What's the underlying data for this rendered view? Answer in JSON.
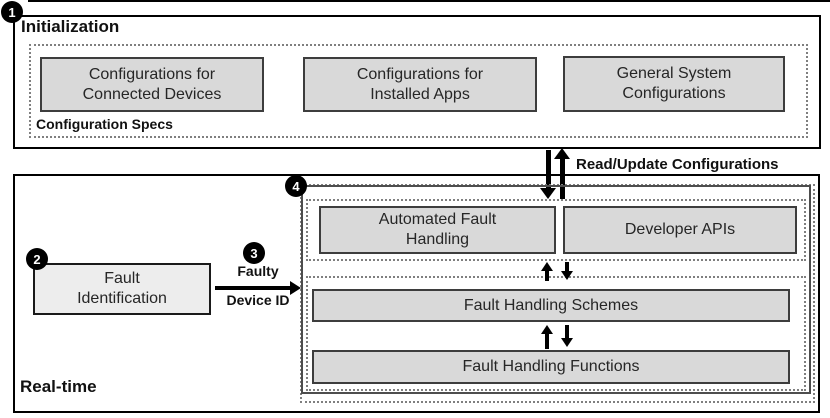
{
  "init": {
    "badge": "1",
    "title": "Initialization",
    "specs_label": "Configuration Specs",
    "boxes": [
      {
        "label": "Configurations for Connected Devices"
      },
      {
        "label": "Configurations for Installed Apps"
      },
      {
        "label": "General System Configurations"
      }
    ]
  },
  "link": {
    "label": "Read/Update Configurations"
  },
  "realtime": {
    "title": "Real-time",
    "fault_identification": {
      "badge": "2",
      "label": "Fault Identification"
    },
    "fault_arrow": {
      "badge": "3",
      "label_line1": "Faulty",
      "label_line2": "Device ID"
    },
    "module": {
      "badge": "4",
      "automated_fault_handling": "Automated Fault Handling",
      "developer_apis": "Developer APIs",
      "schemes": "Fault Handling Schemes",
      "functions": "Fault Handling Functions"
    }
  },
  "colors": {
    "box_fill": "#d9d9d9",
    "light_box_fill": "#ededed",
    "box_border": "#3d3d3d",
    "outer_border": "#000000",
    "dotted_border": "#7f7f7f",
    "arrow": "#000000",
    "badge_bg": "#000000",
    "badge_text": "#ffffff"
  }
}
